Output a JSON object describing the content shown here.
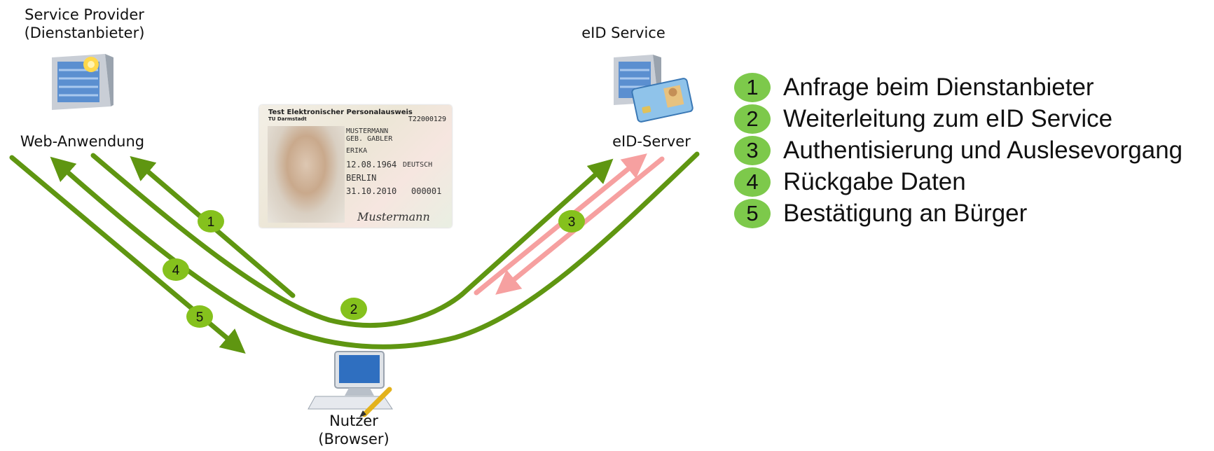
{
  "service_provider": {
    "title_line1": "Service Provider",
    "title_line2": "(Dienstanbieter)",
    "component_label": "Web-Anwendung",
    "icon": "server-icon"
  },
  "eid_service": {
    "title": "eID Service",
    "component_label": "eID-Server",
    "icon": "server-with-id-card-icon"
  },
  "user": {
    "title_line1": "Nutzer",
    "title_line2": "(Browser)",
    "icon": "computer-icon"
  },
  "flow_badges": [
    "1",
    "2",
    "3",
    "4",
    "5"
  ],
  "id_card": {
    "header": "Test Elektronischer Personalausweis",
    "subheader": "TU Darmstadt",
    "number": "T22000129",
    "surname": "MUSTERMANN",
    "birth_name": "GEB. GABLER",
    "given_name": "ERIKA",
    "birth_date": "12.08.1964",
    "nationality": "DEUTSCH",
    "place_of_birth": "BERLIN",
    "valid_until": "31.10.2010",
    "card_access_number": "000001",
    "signature": "Mustermann"
  },
  "legend": [
    {
      "num": "1",
      "text": "Anfrage beim Dienstanbieter"
    },
    {
      "num": "2",
      "text": "Weiterleitung zum eID Service"
    },
    {
      "num": "3",
      "text": "Authentisierung und Auslesevorgang"
    },
    {
      "num": "4",
      "text": "Rückgabe Daten"
    },
    {
      "num": "5",
      "text": "Bestätigung an Bürger"
    }
  ],
  "colors": {
    "flow_green": "#5f9611",
    "badge_green": "#85c11d",
    "return_red": "#f6a0a0",
    "legend_badge": "#7dc94b"
  }
}
